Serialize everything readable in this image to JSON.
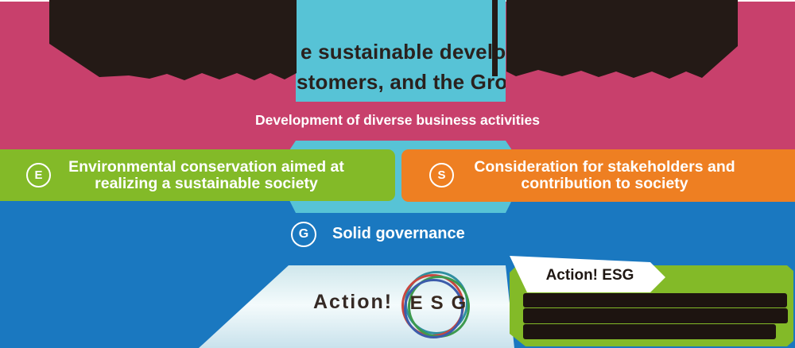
{
  "colors": {
    "pink": "#c8406c",
    "cyan": "#57c3d6",
    "green": "#83ba28",
    "orange": "#ee7f22",
    "blue": "#1a78c0",
    "redaction_dark": "#241a16"
  },
  "top": {
    "headline_fragment_line1": "e sustainable develo",
    "headline_fragment_line2": "stomers, and the Gro"
  },
  "pink_band": {
    "label": "Development of diverse business activities"
  },
  "esg_rows": {
    "e": {
      "badge": "E",
      "line1": "Environmental conservation aimed at",
      "line2": "realizing a sustainable society"
    },
    "s": {
      "badge": "S",
      "line1": "Consideration for stakeholders and",
      "line2": "contribution to society"
    },
    "g": {
      "badge": "G",
      "label": "Solid governance"
    }
  },
  "action": {
    "logo_prefix": "Action!",
    "logo_letters": "ESG",
    "banner_label": "Action! ESG"
  }
}
